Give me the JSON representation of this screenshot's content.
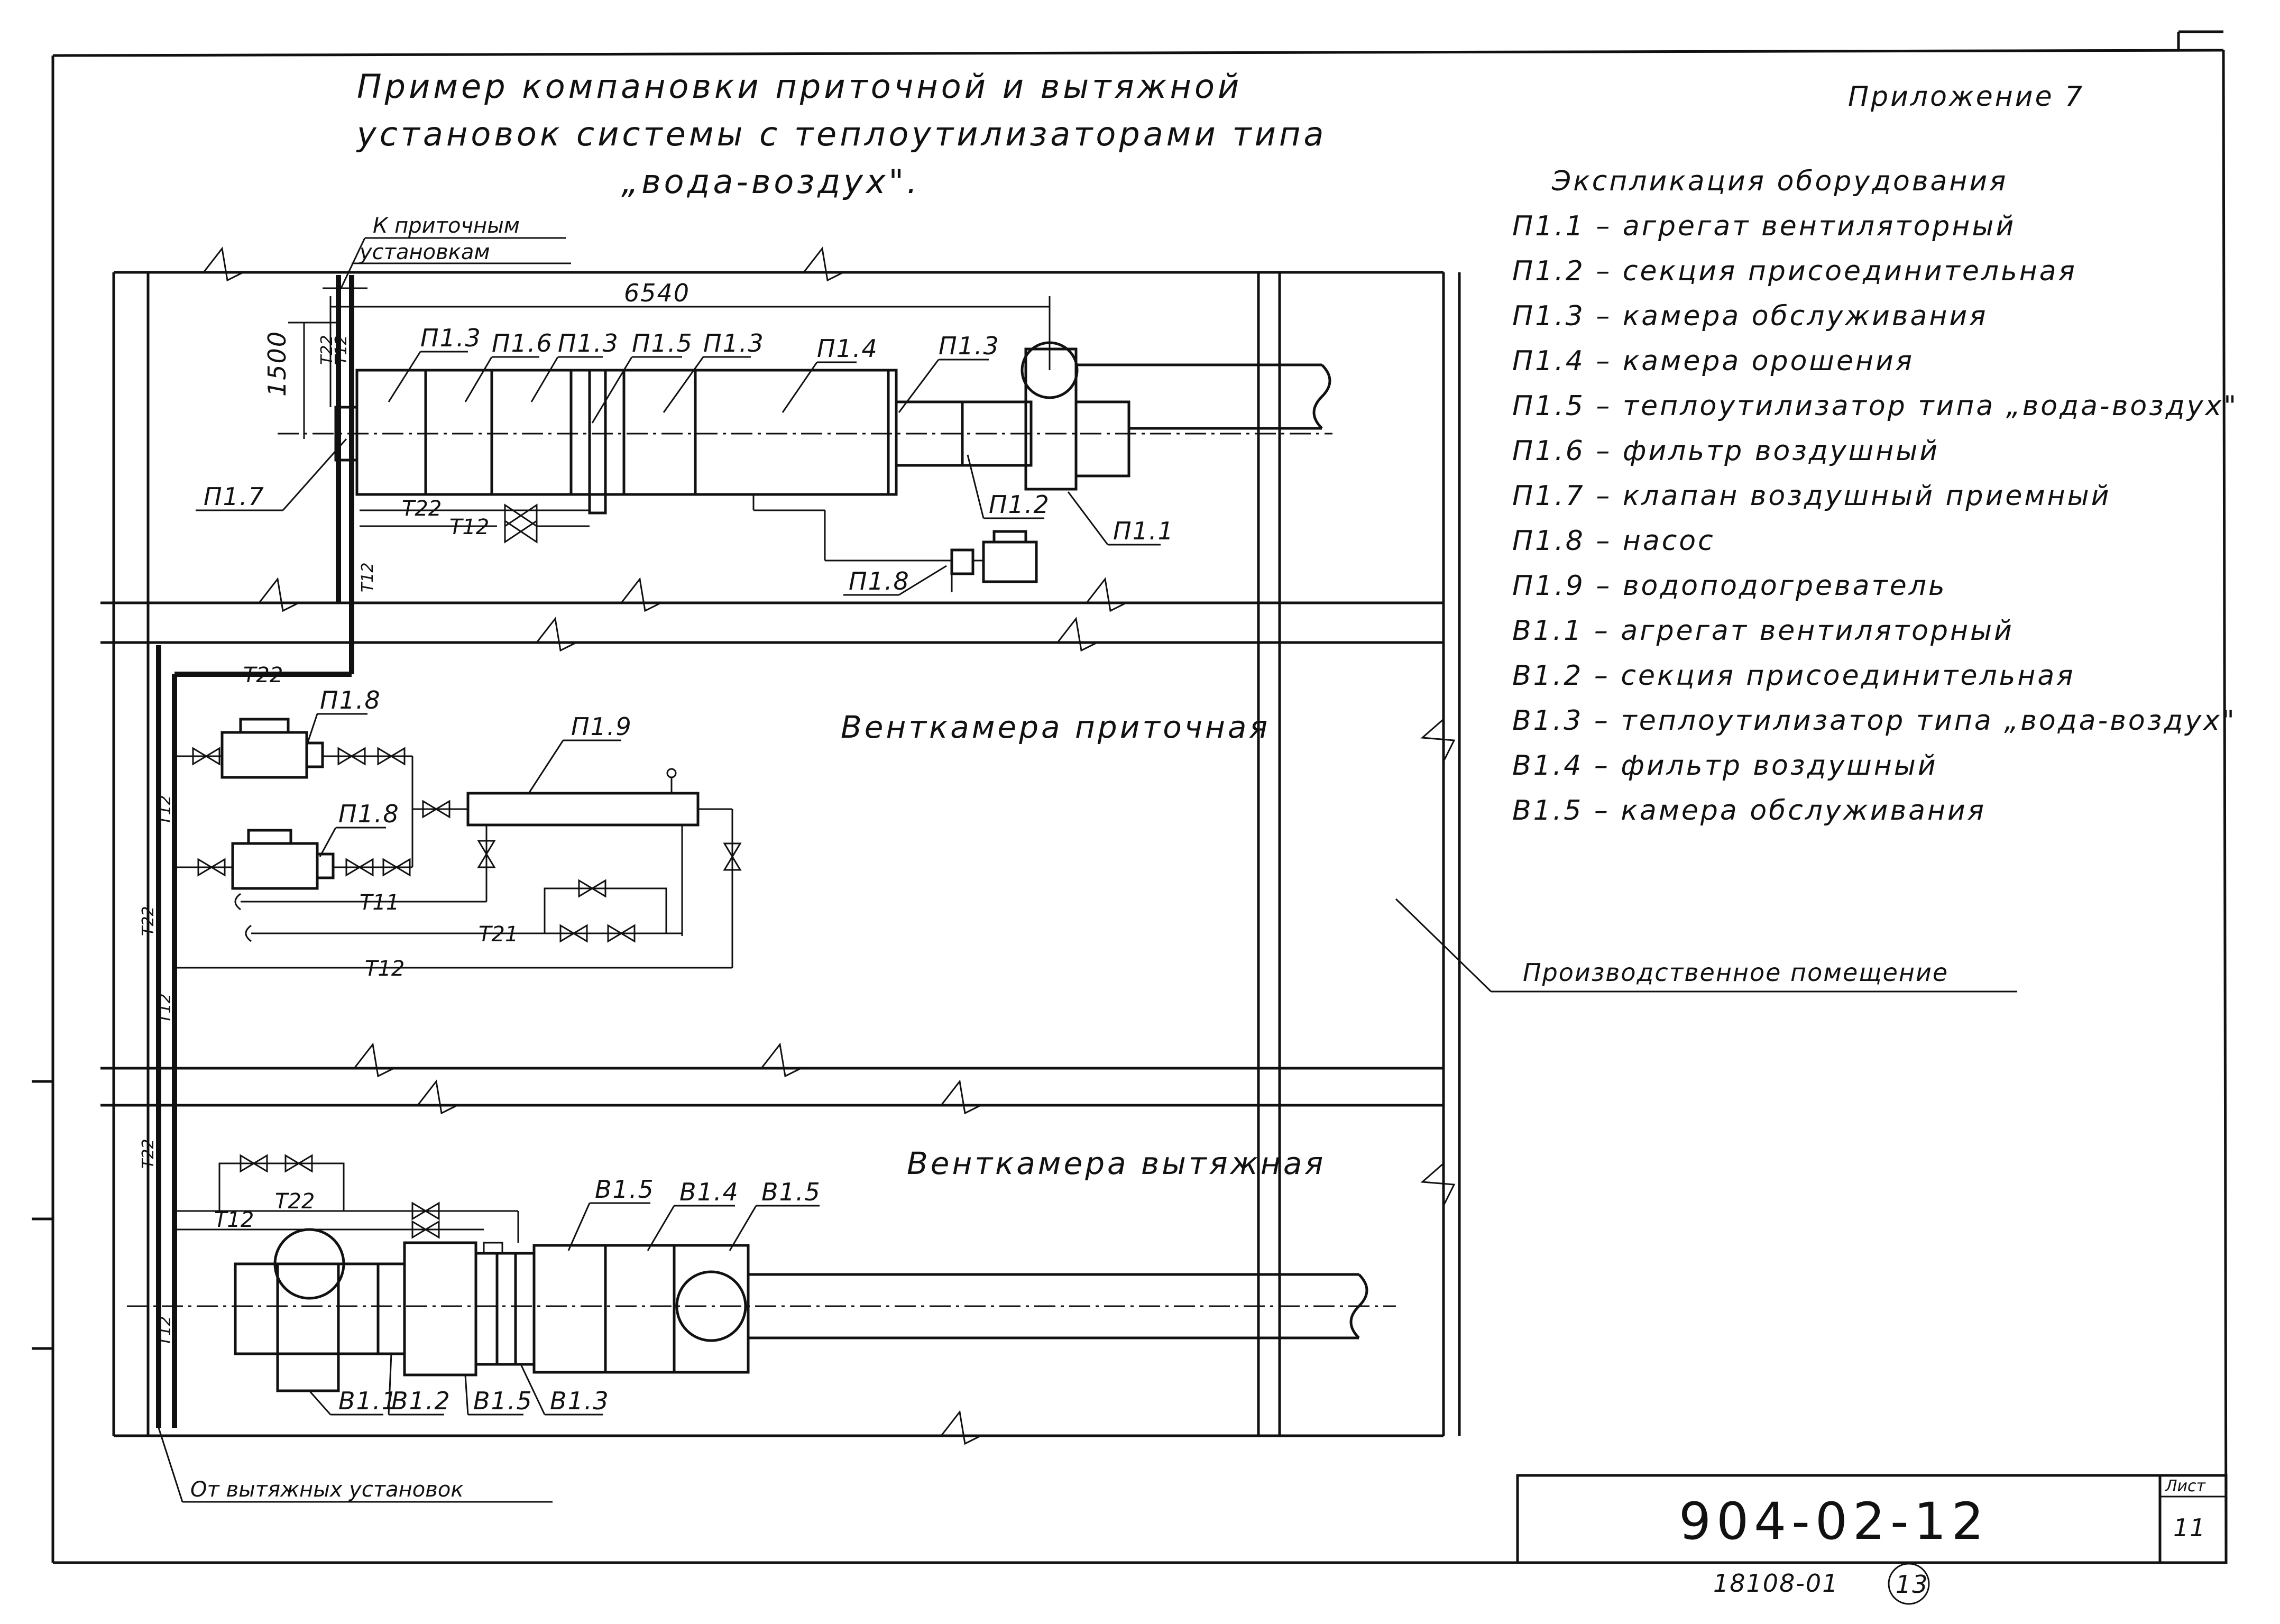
{
  "header": {
    "title_line1": "Пример компановки приточной и вытяжной",
    "title_line2": "установок системы с теплоутилизаторами типа",
    "title_line3": "„вода-воздух\".",
    "appendix": "Приложение 7"
  },
  "explication": {
    "title": "Экспликация оборудования",
    "items": [
      "П1.1 – агрегат вентиляторный",
      "П1.2 – секция присоединительная",
      "П1.3 – камера обслуживания",
      "П1.4 – камера орошения",
      "П1.5 – теплоутилизатор типа „вода-воздух\"",
      "П1.6 – фильтр воздушный",
      "П1.7 – клапан воздушный приемный",
      "П1.8 – насос",
      "П1.9 – водоподогреватель",
      "В1.1 – агрегат вентиляторный",
      "В1.2 – секция присоединительная",
      "В1.3 – теплоутилизатор типа „вода-воздух\"",
      "В1.4 – фильтр воздушный",
      "В1.5 – камера обслуживания"
    ]
  },
  "drawing": {
    "to_supply_line1": "К приточным",
    "to_supply_line2": "установкам",
    "from_exhaust": "От вытяжных установок",
    "dim_length": "6540",
    "dim_height": "1500",
    "room_supply": "Венткамера приточная",
    "room_exhaust": "Венткамера вытяжная",
    "room_production": "Производственное помещение",
    "supply_labels": {
      "p13a": "П1.3",
      "p16": "П1.6",
      "p13b": "П1.3",
      "p15": "П1.5",
      "p13c": "П1.3",
      "p14": "П1.4",
      "p13d": "П1.3",
      "p17": "П1.7",
      "p12": "П1.2",
      "p11": "П1.1",
      "p18a": "П1.8",
      "p18b": "П1.8",
      "p18c": "П1.8",
      "p19": "П1.9"
    },
    "exhaust_labels": {
      "b15a": "В1.5",
      "b14": "В1.4",
      "b15b": "В1.5",
      "b11": "В1.1",
      "b12": "В1.2",
      "b15c": "В1.5",
      "b13": "В1.3"
    },
    "pipes": {
      "t22": "Т22",
      "t12": "Т12",
      "t11": "Т11",
      "t21": "Т21"
    }
  },
  "stamp": {
    "code": "904-02-12",
    "sheet_label": "Лист",
    "sheet_number": "11",
    "inventory": "18108-01",
    "inventory_circle": "13"
  }
}
